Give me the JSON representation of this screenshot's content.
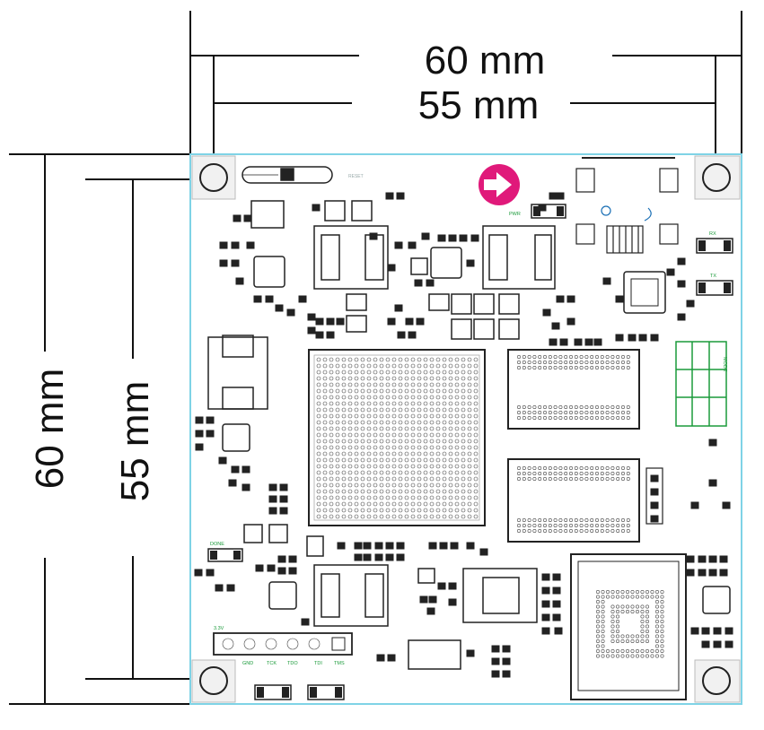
{
  "dimensions": {
    "outer_width": "60 mm",
    "inner_width": "55 mm",
    "outer_height": "60 mm",
    "inner_height": "55 mm"
  },
  "board": {
    "outline_color": "#7fd3e6",
    "silkscreen_color": "#1a1a1a",
    "label_color_green": "#1a9a3a",
    "indicator_color": "#e0197a",
    "labels": {
      "reset": "RESET",
      "pwr": "PWR",
      "rx": "RX",
      "tx": "TX",
      "done": "DONE",
      "gnd": "GND",
      "tck": "TCK",
      "tdo": "TDO",
      "tdi": "TDI",
      "tms": "TMS",
      "v33": "3.3V",
      "mode": "MODE"
    },
    "indicator_icon": "right-arrow-icon"
  }
}
